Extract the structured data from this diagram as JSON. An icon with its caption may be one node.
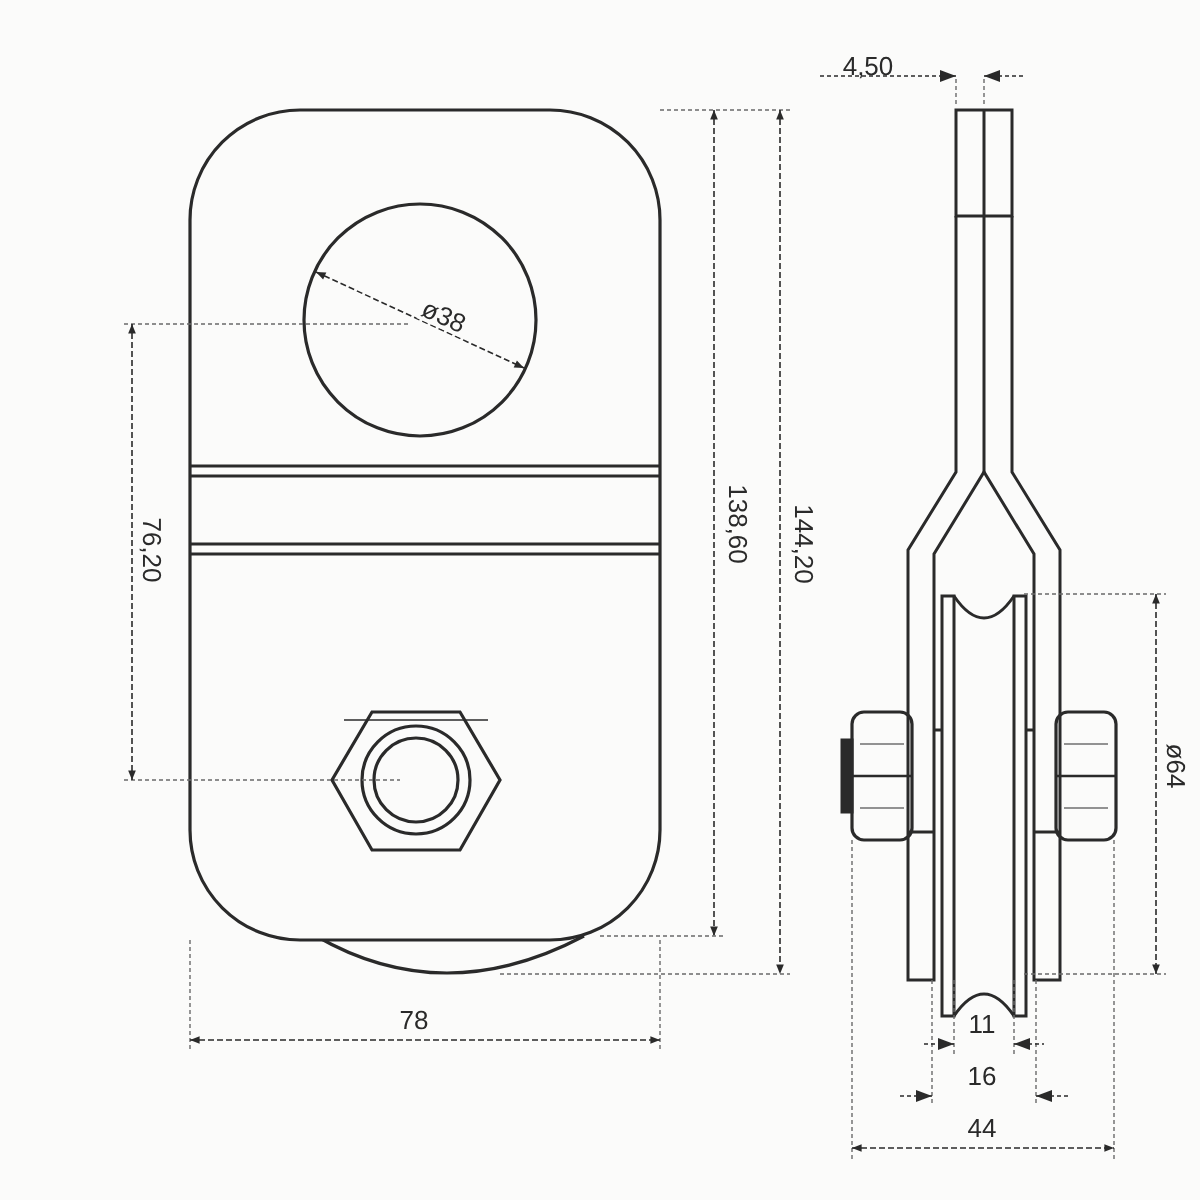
{
  "diagram": {
    "labels": [
      "4,50",
      "ø38",
      "76,20",
      "138,60",
      "144,20",
      "ø64",
      "78",
      "11",
      "16",
      "44"
    ]
  }
}
